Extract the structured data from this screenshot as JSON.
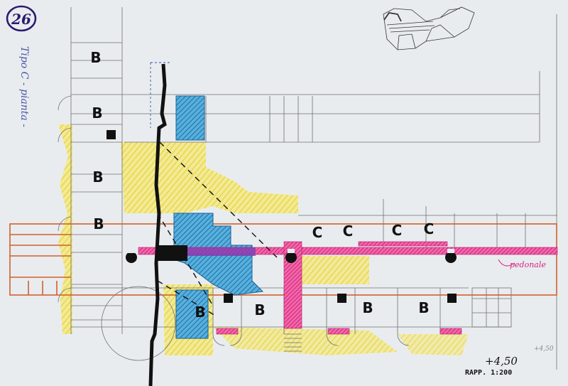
{
  "drawing": {
    "sheet_number": "26",
    "sheet_title": "Tipo C - pianta -",
    "scale_value": "+4,50",
    "scale_note": "RAPP. 1:200",
    "corner_level": "+4,50",
    "pedonale_label": "pedonale",
    "blocks": {
      "b1": "B",
      "b2": "B",
      "b3": "B",
      "b4": "B",
      "b5": "B",
      "b6": "B",
      "b7": "B",
      "b8": "B",
      "c1": "C",
      "c2": "C",
      "c3": "C",
      "c4": "C"
    }
  },
  "colors": {
    "paper": "#e9ecef",
    "yellow_hatch": "#f1e25a",
    "blue_hatch": "#2f90c8",
    "magenta": "#e2368d",
    "purple": "#7b3fb4",
    "orange_line": "#d0602c",
    "ink": "#1b1b1b",
    "pencil": "#6f6f6f",
    "title_ink": "#4a55a8"
  }
}
